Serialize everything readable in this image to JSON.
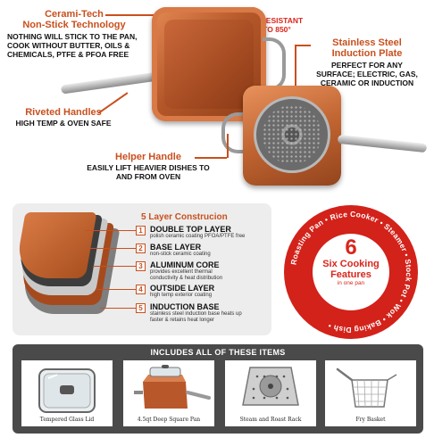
{
  "features": {
    "ceramitech": {
      "title_line1": "Cerami-Tech",
      "title_line2": "Non-Stick Technology",
      "text_line1": "NOTHING WILL STICK TO THE PAN,",
      "text_line2": "COOK WITHOUT BUTTER, OILS &",
      "text_line3": "CHEMICALS, PTFE & PFOA FREE"
    },
    "heat": {
      "line1": "HEAT RESISTANT",
      "line2": "UP TO 850°"
    },
    "induction": {
      "title_line1": "Stainless Steel",
      "title_line2": "Induction Plate",
      "text_line1": "PERFECT FOR ANY",
      "text_line2": "SURFACE; ELECTRIC, GAS,",
      "text_line3": "CERAMIC OR INDUCTION"
    },
    "riveted": {
      "title": "Riveted Handles",
      "text": "HIGH TEMP & OVEN SAFE"
    },
    "helper": {
      "title": "Helper Handle",
      "text_line1": "EASILY LIFT HEAVIER DISHES TO",
      "text_line2": "AND FROM OVEN"
    }
  },
  "layers": {
    "title": "5 Layer Construcion",
    "items": [
      {
        "num": "1",
        "name": "DOUBLE TOP LAYER",
        "desc1": "polish ceramic coating PFOA/PTFE free",
        "desc2": ""
      },
      {
        "num": "2",
        "name": "BASE LAYER",
        "desc1": "non-stick ceramic coating",
        "desc2": ""
      },
      {
        "num": "3",
        "name": "ALUMINUM CORE",
        "desc1": "provides excellent thermal",
        "desc2": "conductivity & heat distribution"
      },
      {
        "num": "4",
        "name": "OUTSIDE LAYER",
        "desc1": "high temp exterior coating",
        "desc2": ""
      },
      {
        "num": "5",
        "name": "INDUCTION BASE",
        "desc1": "stainless steel induction base heats up",
        "desc2": "faster & retains heat longer"
      }
    ]
  },
  "badge": {
    "number": "6",
    "line1": "Six Cooking",
    "line2": "Features",
    "line3": "in one pan",
    "ring": [
      "Roasting Pan",
      "Rice Cooker",
      "Steamer",
      "Stock Pot",
      "Wok",
      "Baking Dish"
    ]
  },
  "includes": {
    "title": "INCLUDES ALL OF THESE ITEMS",
    "items": [
      {
        "label": "Tempered Glass Lid",
        "icon": "glass-lid-icon"
      },
      {
        "label": "4.5qt Deep Square Pan",
        "icon": "square-pan-icon"
      },
      {
        "label": "Steam and Roast Rack",
        "icon": "steam-rack-icon"
      },
      {
        "label": "Fry Basket",
        "icon": "fry-basket-icon"
      }
    ]
  },
  "colors": {
    "accent": "#c8501e",
    "badge_red": "#d2221a",
    "copper": "#b5582a",
    "includes_bg": "#4a4a4a"
  }
}
